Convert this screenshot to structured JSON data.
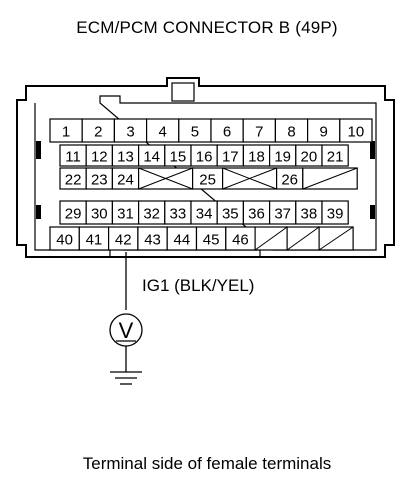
{
  "header": {
    "title": "ECM/PCM CONNECTOR B (49P)"
  },
  "connector": {
    "rows": [
      {
        "label": "row-1",
        "cells": [
          "1",
          "2",
          "3",
          "4",
          "5",
          "6",
          "7",
          "8",
          "9",
          "10"
        ]
      },
      {
        "label": "row-2",
        "cells": [
          "11",
          "12",
          "13",
          "14",
          "15",
          "16",
          "17",
          "18",
          "19",
          "20",
          "21"
        ]
      },
      {
        "label": "row-3",
        "cells": [
          "22",
          "23",
          "24",
          "X",
          "25",
          "X",
          "26",
          "/"
        ]
      },
      {
        "label": "row-4",
        "cells": [
          "29",
          "30",
          "31",
          "32",
          "33",
          "34",
          "35",
          "36",
          "37",
          "38",
          "39"
        ]
      },
      {
        "label": "row-5",
        "cells": [
          "40",
          "41",
          "42",
          "43",
          "44",
          "45",
          "46",
          "/",
          "/",
          "/"
        ]
      }
    ],
    "probe_terminal": "42"
  },
  "probe": {
    "label": "IG1 (BLK/YEL)",
    "meter_symbol": "V"
  },
  "footer": {
    "caption": "Terminal side of female terminals"
  }
}
